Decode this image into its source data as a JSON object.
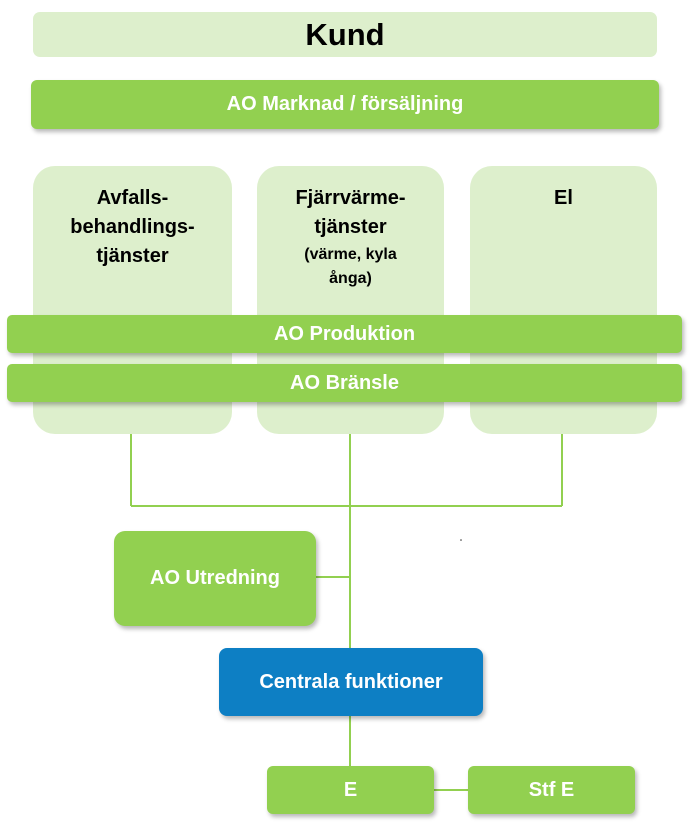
{
  "title": "Kund",
  "market_bar": "AO Marknad / försäljning",
  "columns": [
    {
      "title": "Avfalls-\nbehandlings-\ntjänster",
      "subtitle": ""
    },
    {
      "title": "Fjärrvärme-\ntjänster",
      "subtitle": "(värme, kyla\nånga)"
    },
    {
      "title": "El",
      "subtitle": ""
    }
  ],
  "production_bar": "AO Produktion",
  "fuel_bar": "AO Bränsle",
  "investigation_box": "AO Utredning",
  "central_box": "Centrala funktioner",
  "e_box": "E",
  "deputy_box": "Stf E",
  "colors": {
    "light_green": "#ddefcc",
    "green": "#92d050",
    "blue": "#0d7fc4",
    "line": "#92d050"
  }
}
